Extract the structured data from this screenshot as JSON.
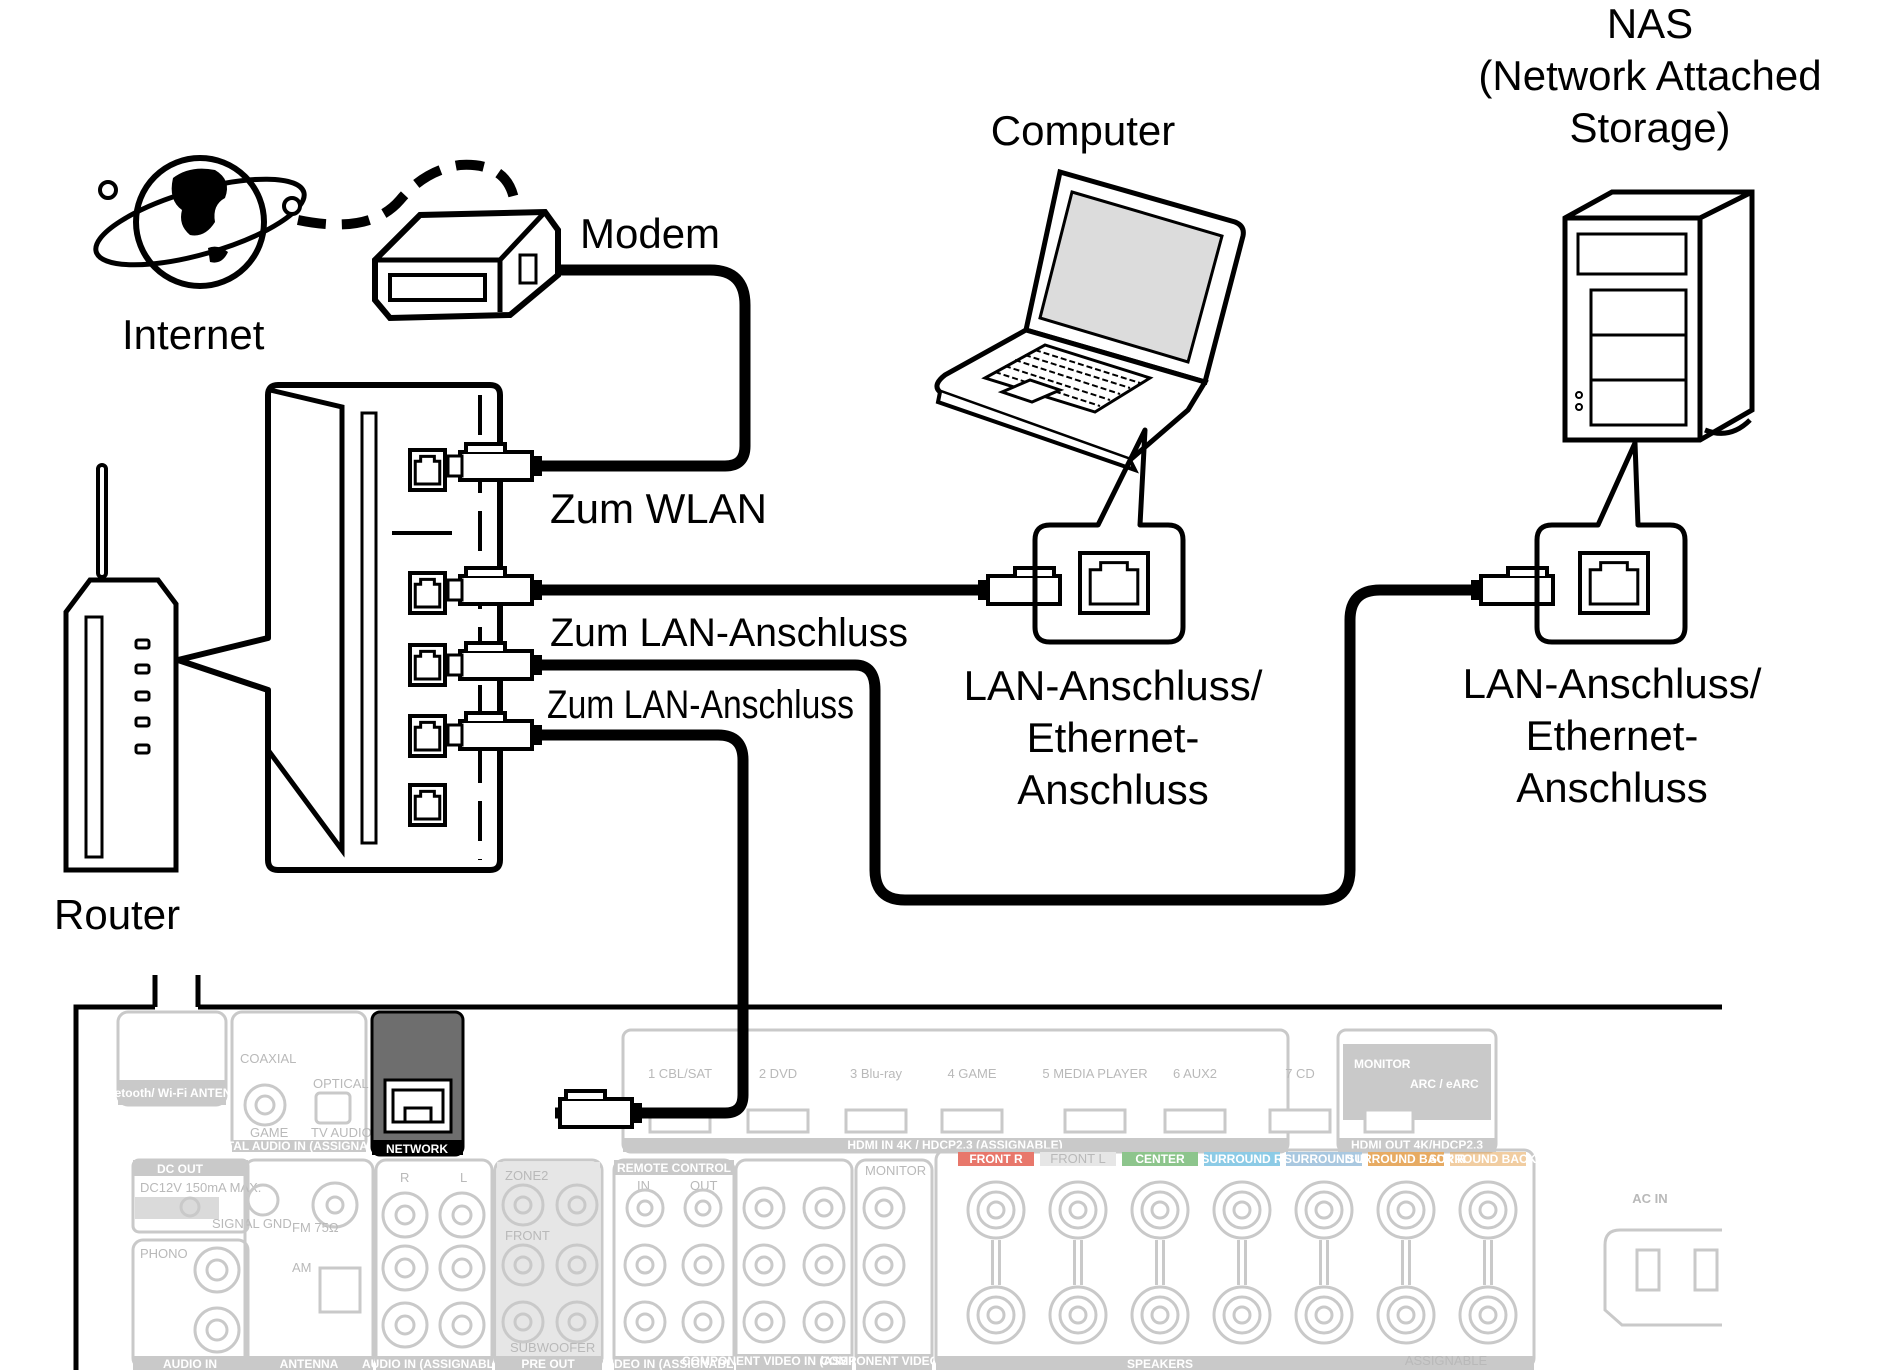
{
  "labels": {
    "nas_line1": "NAS",
    "nas_line2": "(Network Attached",
    "nas_line3": "Storage)",
    "computer": "Computer",
    "modem": "Modem",
    "internet": "Internet",
    "router": "Router",
    "zum_wlan": "Zum WLAN",
    "zum_lan_1": "Zum LAN-Anschluss",
    "zum_lan_2": "Zum LAN-Anschluss",
    "pc_port_line1": "LAN-Anschluss/",
    "pc_port_line2": "Ethernet-",
    "pc_port_line3": "Anschluss",
    "nas_port_line1": "LAN-Anschluss/",
    "nas_port_line2": "Ethernet-",
    "nas_port_line3": "Anschluss"
  },
  "panel": {
    "bt_antenna": "Bluetooth/ Wi-Fi ANTENNA",
    "coaxial": "COAXIAL",
    "optical": "OPTICAL",
    "game": "GAME",
    "tv_audio": "TV AUDIO",
    "digital_audio_in": "DIGITAL AUDIO IN (ASSIGNABLE)",
    "network": "NETWORK",
    "hdmi_inputs": [
      "1 CBL/SAT",
      "2 DVD",
      "3 Blu-ray",
      "4 GAME",
      "5 MEDIA PLAYER",
      "6 AUX2",
      "7 CD"
    ],
    "hdmi_in": "HDMI IN  4K / HDCP2.3 (ASSIGNABLE)",
    "monitor": "MONITOR",
    "arc": "ARC / eARC",
    "hdmi_out": "HDMI OUT 4K/HDCP2.3",
    "dc_out": "DC OUT",
    "dc_spec": "DC12V 150mA MAX.",
    "signal_gnd": "SIGNAL GND",
    "fm": "FM 75Ω",
    "am": "AM",
    "phono": "PHONO",
    "antenna": "ANTENNA",
    "audio_in": "AUDIO IN",
    "audio_in_assignable": "AUDIO IN (ASSIGNABLE)",
    "zone2": "ZONE2",
    "front": "FRONT",
    "subwoofer": "SUBWOOFER",
    "pre_out": "PRE OUT",
    "remote_control": "REMOTE CONTROL",
    "in": "IN",
    "out": "OUT",
    "video_in": "VIDEO IN (ASSIGNABLE)",
    "component_video_in": "COMPONENT VIDEO IN (ASSIGNABLE)",
    "component_video_out": "COMPONENT VIDEO OUT",
    "speakers": "SPEAKERS",
    "speaker_front_r": "FRONT R",
    "speaker_front_l": "FRONT L",
    "speaker_center": "CENTER",
    "speaker_surround_r": "SURROUND R",
    "speaker_surround_l": "SURROUND L",
    "speaker_sb_r": "SURROUND BACK R",
    "speaker_sb_l": "SURROUND BACK L",
    "assignable": "ASSIGNABLE",
    "ac_in": "AC IN"
  },
  "colors": {
    "line": "#000000",
    "panel_gray": "#c9c9c9",
    "network_box": "#6e6e6e",
    "front_tag": "#e8776b",
    "center_tag": "#8dc58c",
    "surround_tag": "#8ccbe6",
    "surround_l_tag": "#a9c8e0",
    "sb_tag": "#e7ab63"
  },
  "icons": [
    "globe-icon",
    "modem-icon",
    "router-icon",
    "laptop-icon",
    "nas-tower-icon",
    "lan-port-icon",
    "ethernet-plug-icon"
  ]
}
